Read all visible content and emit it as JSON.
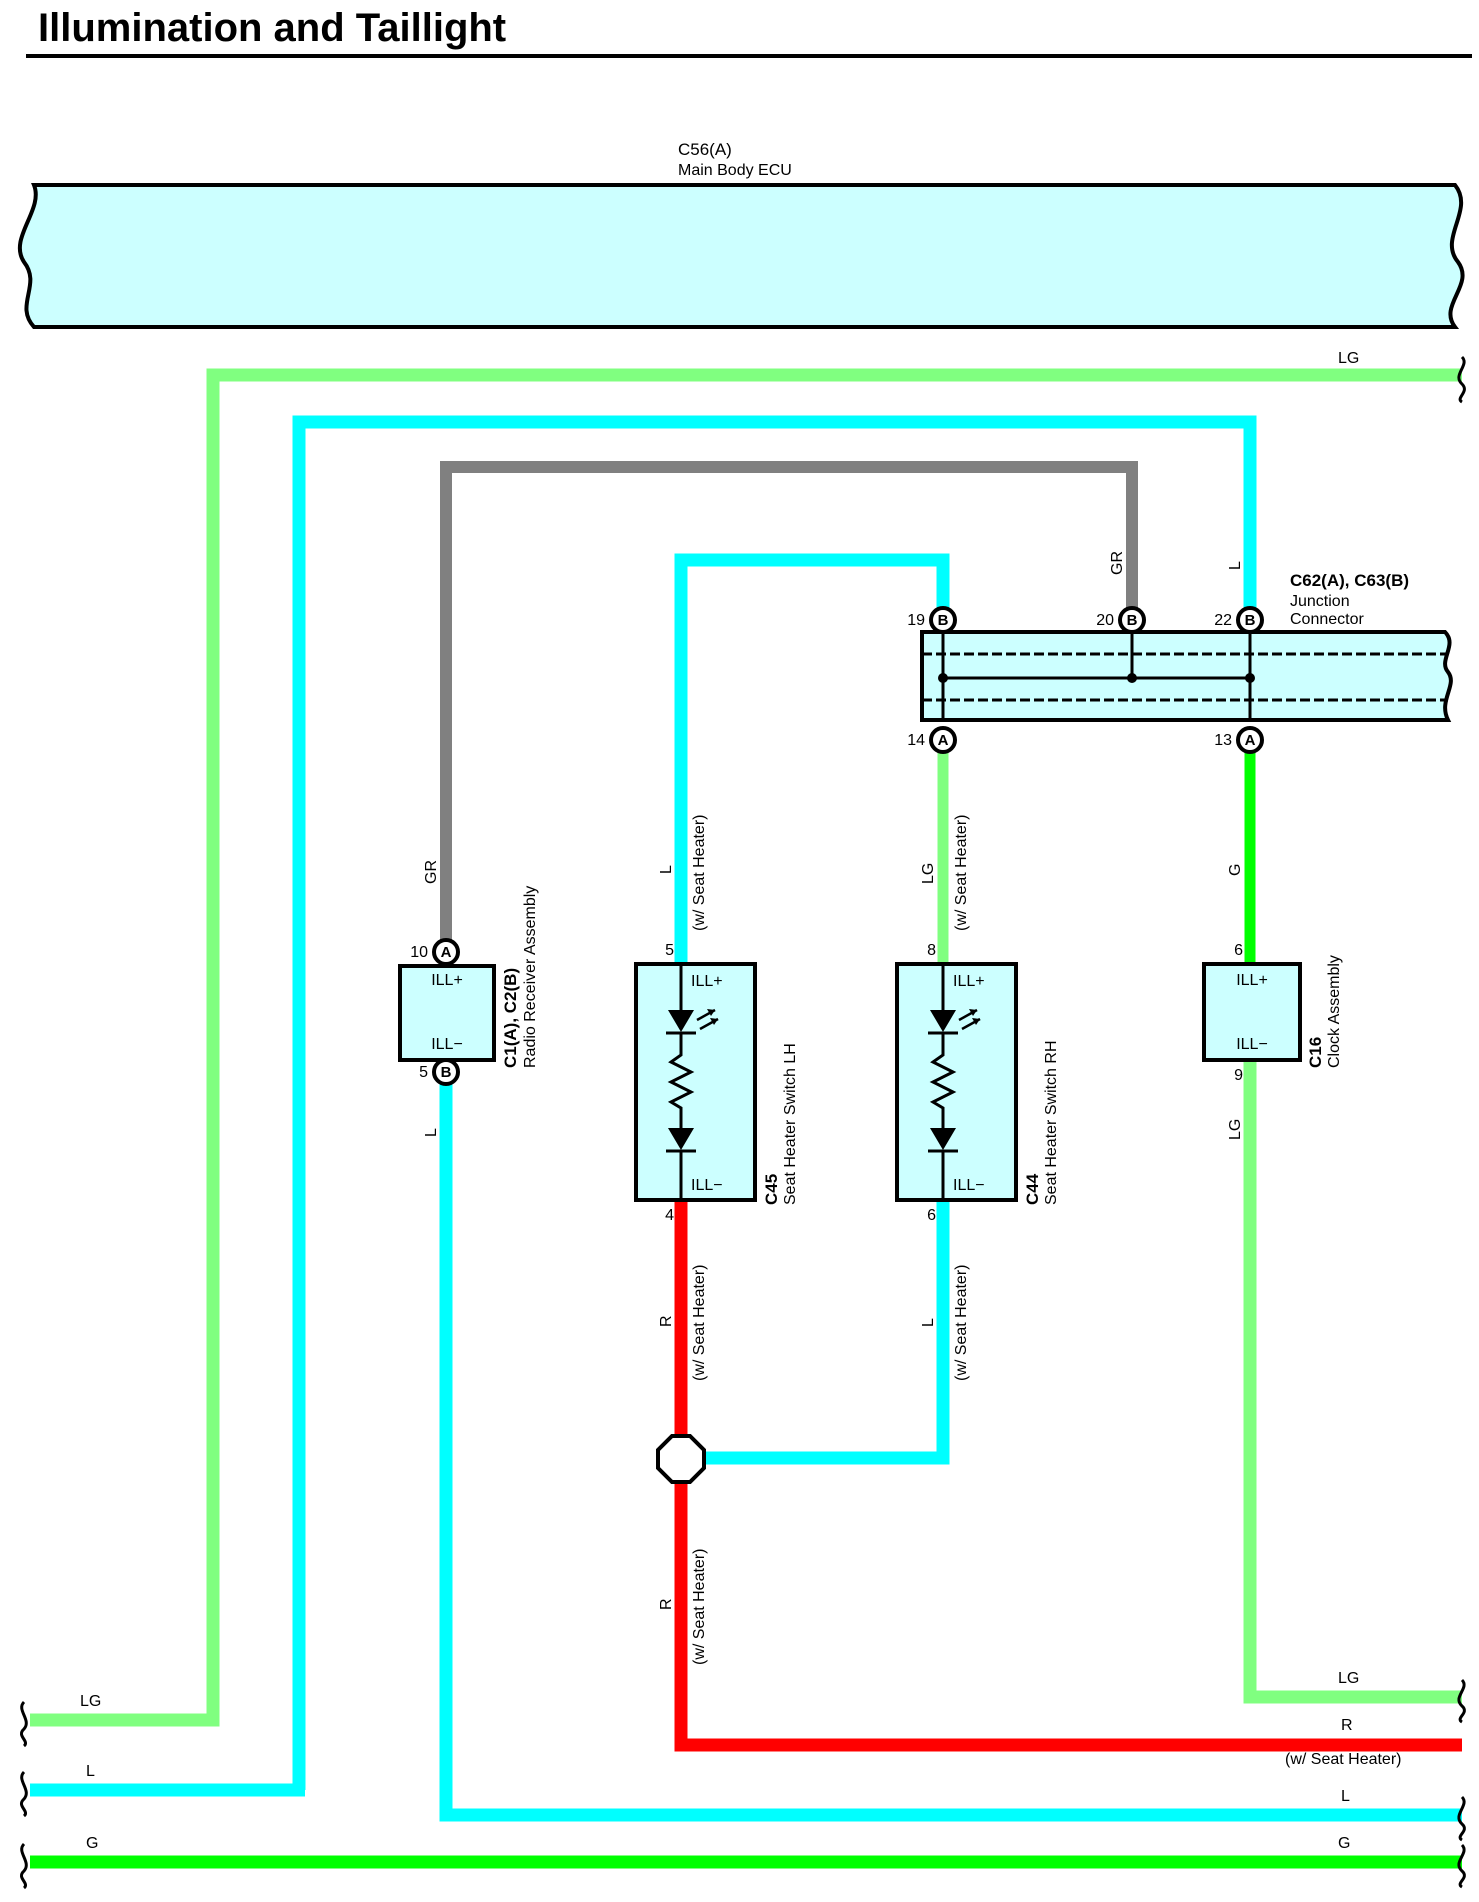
{
  "title": "Illumination and Taillight",
  "colors": {
    "LG": "#80ff80",
    "L": "#00ffff",
    "GR": "#808080",
    "G": "#00ff00",
    "R": "#ff0000",
    "component_fill": "#ccffff",
    "outline": "#000000"
  },
  "ecu": {
    "connector": "C56(A)",
    "name": "Main Body ECU"
  },
  "junction": {
    "connector": "C62(A), C63(B)",
    "name_line1": "Junction",
    "name_line2": "Connector"
  },
  "junction_pins": {
    "p19": "19",
    "p19_letter": "B",
    "p20": "20",
    "p20_letter": "B",
    "p22": "22",
    "p22_letter": "B",
    "p14": "14",
    "p14_letter": "A",
    "p13": "13",
    "p13_letter": "A"
  },
  "radio": {
    "connector": "C1(A), C2(B)",
    "name": "Radio Receiver Assembly",
    "pin_top": "10",
    "pin_top_letter": "A",
    "pin_bottom": "5",
    "pin_bottom_letter": "B",
    "ill_plus": "ILL+",
    "ill_minus": "ILL−"
  },
  "seat_lh": {
    "connector": "C45",
    "name": "Seat Heater Switch LH",
    "pin_top": "5",
    "pin_bottom": "4",
    "ill_plus": "ILL+",
    "ill_minus": "ILL−"
  },
  "seat_rh": {
    "connector": "C44",
    "name": "Seat Heater Switch RH",
    "pin_top": "8",
    "pin_bottom": "6",
    "ill_plus": "ILL+",
    "ill_minus": "ILL−"
  },
  "clock": {
    "connector": "C16",
    "name": "Clock Assembly",
    "pin_top": "6",
    "pin_bottom": "9",
    "ill_plus": "ILL+",
    "ill_minus": "ILL−"
  },
  "wire_labels": {
    "top_lg": "LG",
    "gr_top": "GR",
    "l_top": "L",
    "gr_radio": "GR",
    "l_radio": "L",
    "l_lh_top": "L",
    "lh_top_cond": "(w/ Seat Heater)",
    "lg_rh_top": "LG",
    "rh_top_cond": "(w/ Seat Heater)",
    "g_clock": "G",
    "lg_clock": "LG",
    "r_lh_bottom": "R",
    "lh_bottom_cond": "(w/ Seat Heater)",
    "l_rh_bottom": "L",
    "rh_bottom_cond": "(w/ Seat Heater)",
    "r_lower": "R",
    "lower_cond": "(w/ Seat Heater)",
    "left_lg": "LG",
    "left_l": "L",
    "left_g": "G",
    "right_lg": "LG",
    "right_r": "R",
    "right_r_cond": "(w/ Seat Heater)",
    "right_l": "L",
    "right_g": "G"
  }
}
